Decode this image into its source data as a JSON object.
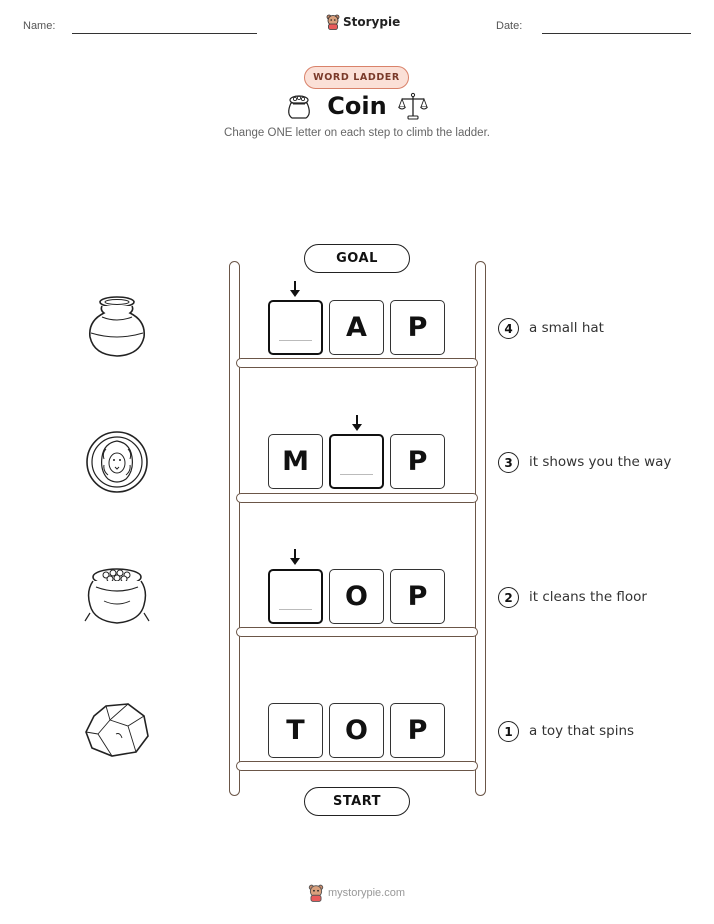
{
  "header": {
    "name_label": "Name:",
    "date_label": "Date:",
    "brand": "Storypie"
  },
  "badge": "WORD LADDER",
  "title": "Coin",
  "subtitle": "Change ONE letter on each step to climb the ladder.",
  "goal_label": "GOAL",
  "start_label": "START",
  "rows": [
    {
      "step": "4",
      "clue": "a small hat",
      "picture": "pot-icon",
      "letters": [
        "",
        "A",
        "P"
      ],
      "blank_index": 0
    },
    {
      "step": "3",
      "clue": "it shows you the way",
      "picture": "lion-coin-icon",
      "letters": [
        "M",
        "",
        "P"
      ],
      "blank_index": 1
    },
    {
      "step": "2",
      "clue": "it cleans the floor",
      "picture": "coin-sack-icon",
      "letters": [
        "",
        "O",
        "P"
      ],
      "blank_index": 0
    },
    {
      "step": "1",
      "clue": "a toy that spins",
      "picture": "rock-icon",
      "letters": [
        "T",
        "O",
        "P"
      ],
      "blank_index": null
    }
  ],
  "footer": "mystorypie.com",
  "colors": {
    "badge_bg": "#fbe0d7",
    "badge_border": "#d9826a",
    "ladder_wood": "#6b5648"
  }
}
